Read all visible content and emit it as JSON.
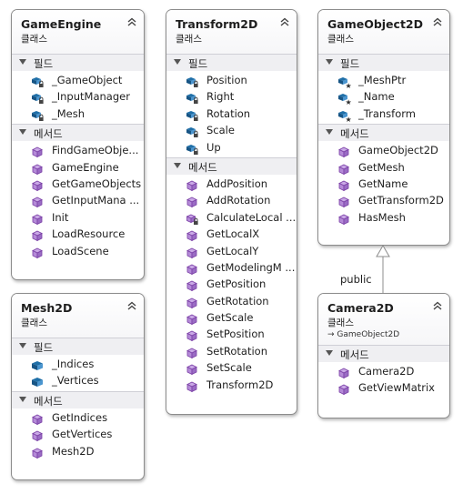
{
  "stereotype": "클래스",
  "fields_label": "필드",
  "methods_label": "메서드",
  "classes": [
    {
      "name": "GameEngine",
      "base": "",
      "fields": [
        {
          "name": "_GameObject",
          "icon": "private-field-icon"
        },
        {
          "name": "_InputManager",
          "icon": "private-field-icon"
        },
        {
          "name": "_Mesh",
          "icon": "private-field-icon"
        }
      ],
      "methods": [
        {
          "name": "FindGameObje...",
          "icon": "method-icon"
        },
        {
          "name": "GameEngine",
          "icon": "method-icon"
        },
        {
          "name": "GetGameObjects",
          "icon": "method-icon"
        },
        {
          "name": "GetInputMana ...",
          "icon": "method-icon"
        },
        {
          "name": "Init",
          "icon": "method-icon"
        },
        {
          "name": "LoadResource",
          "icon": "method-icon"
        },
        {
          "name": "LoadScene",
          "icon": "method-icon"
        }
      ]
    },
    {
      "name": "Mesh2D",
      "base": "",
      "fields": [
        {
          "name": "_Indices",
          "icon": "field-icon"
        },
        {
          "name": "_Vertices",
          "icon": "field-icon"
        }
      ],
      "methods": [
        {
          "name": "GetIndices",
          "icon": "method-icon"
        },
        {
          "name": "GetVertices",
          "icon": "method-icon"
        },
        {
          "name": "Mesh2D",
          "icon": "method-icon"
        }
      ]
    },
    {
      "name": "Transform2D",
      "base": "",
      "fields": [
        {
          "name": "Position",
          "icon": "private-field-icon"
        },
        {
          "name": "Right",
          "icon": "private-field-icon"
        },
        {
          "name": "Rotation",
          "icon": "private-field-icon"
        },
        {
          "name": "Scale",
          "icon": "private-field-icon"
        },
        {
          "name": "Up",
          "icon": "private-field-icon"
        }
      ],
      "methods": [
        {
          "name": "AddPosition",
          "icon": "method-icon"
        },
        {
          "name": "AddRotation",
          "icon": "method-icon"
        },
        {
          "name": "CalculateLocal ...",
          "icon": "private-method-icon"
        },
        {
          "name": "GetLocalX",
          "icon": "method-icon"
        },
        {
          "name": "GetLocalY",
          "icon": "method-icon"
        },
        {
          "name": "GetModelingM ...",
          "icon": "method-icon"
        },
        {
          "name": "GetPosition",
          "icon": "method-icon"
        },
        {
          "name": "GetRotation",
          "icon": "method-icon"
        },
        {
          "name": "GetScale",
          "icon": "method-icon"
        },
        {
          "name": "SetPosition",
          "icon": "method-icon"
        },
        {
          "name": "SetRotation",
          "icon": "method-icon"
        },
        {
          "name": "SetScale",
          "icon": "method-icon"
        },
        {
          "name": "Transform2D",
          "icon": "method-icon"
        }
      ]
    },
    {
      "name": "GameObject2D",
      "base": "",
      "fields": [
        {
          "name": "_MeshPtr",
          "icon": "protected-field-icon"
        },
        {
          "name": "_Name",
          "icon": "protected-field-icon"
        },
        {
          "name": "_Transform",
          "icon": "protected-field-icon"
        }
      ],
      "methods": [
        {
          "name": "GameObject2D",
          "icon": "method-icon"
        },
        {
          "name": "GetMesh",
          "icon": "method-icon"
        },
        {
          "name": "GetName",
          "icon": "method-icon"
        },
        {
          "name": "GetTransform2D",
          "icon": "method-icon"
        },
        {
          "name": "HasMesh",
          "icon": "method-icon"
        }
      ]
    },
    {
      "name": "Camera2D",
      "base": "→ GameObject2D",
      "fields": [],
      "methods": [
        {
          "name": "Camera2D",
          "icon": "method-icon"
        },
        {
          "name": "GetViewMatrix",
          "icon": "method-icon"
        }
      ]
    }
  ],
  "relation_label": "public",
  "colors": {
    "method": "#7a3fa6",
    "field": "#1f6fa8",
    "lock": "#444444",
    "protected_star": "#2c2c2c"
  }
}
